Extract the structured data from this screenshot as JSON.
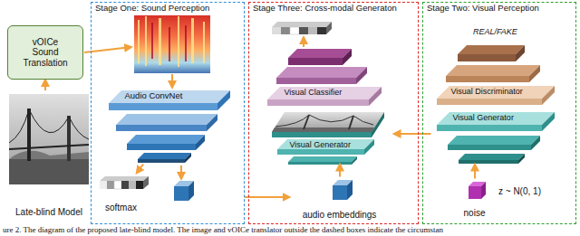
{
  "diagram": {
    "caption": "ure 2. The diagram of the proposed late-blind model. The image and vOICe translator outside the dashed boxes indicate the circumstan",
    "nodes": [
      {
        "text": [
          "vOICe Sound Translation"
        ]
      },
      {
        "text": [
          "Late-blind Model"
        ]
      },
      {
        "text": [
          "Stage One: Sound Perception"
        ]
      },
      {
        "text": [
          "Audio ConvNet"
        ],
        "in": 2
      },
      {
        "text": [
          "softmax"
        ],
        "in": 2
      },
      {
        "text": [
          "Stage Three: Cross-modal Generaton"
        ]
      },
      {
        "text": [
          "Visual Classifier"
        ],
        "in": 5
      },
      {
        "text": [
          "Visual Generator"
        ],
        "in": 5
      },
      {
        "text": [
          "audio embeddings"
        ],
        "in": 5
      },
      {
        "text": [
          "Stage Two: Visual Perception"
        ]
      },
      {
        "text": [
          "Visual Discriminator"
        ],
        "in": 9
      },
      {
        "text": [
          "Visual Generator"
        ],
        "in": 9
      },
      {
        "text": [
          "noise"
        ],
        "in": 9
      }
    ],
    "edges": [
      {
        "from": 1,
        "to": 0,
        "arrow": "to"
      },
      {
        "from": 3,
        "to": 4,
        "arrow": "to"
      },
      {
        "from": 2,
        "to": 8,
        "arrow": "to"
      },
      {
        "from": 8,
        "to": 7,
        "arrow": "to"
      },
      {
        "from": 11,
        "to": 7,
        "arrow": "to"
      },
      {
        "from": 12,
        "to": 11,
        "arrow": "to"
      }
    ],
    "labels": [
      "REAL/FAKE",
      "z ~ N(0, 1)"
    ]
  }
}
